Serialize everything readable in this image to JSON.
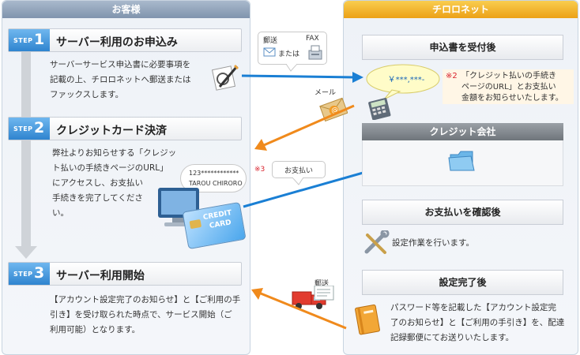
{
  "left_header": "お客様",
  "right_header": "チロロネット",
  "steps": [
    {
      "word": "STEP",
      "num": "1",
      "title": "サーバー利用のお申込み",
      "lines": [
        "サーバーサービス申込書に必要事項を",
        "記載の上、チロロネットへ郵送または",
        "ファックスします。"
      ]
    },
    {
      "word": "STEP",
      "num": "2",
      "title": "クレジットカード決済",
      "lines": [
        "弊社よりお知らせする「クレジッ",
        "ト払いの手続きページのURL」",
        "にアクセスし、お支払い",
        "手続きを完了してくださ",
        "い。"
      ]
    },
    {
      "word": "STEP",
      "num": "3",
      "title": "サーバー利用開始",
      "lines": [
        "【アカウント設定完了のお知らせ】と【ご利用の手",
        "引き】を受け取られた時点で、サービス開始（ご",
        "利用可能）となります。"
      ]
    }
  ],
  "right": {
    "receive_title": "申込書を受付後",
    "amount_bubble": "￥***,***-",
    "note2_mark": "※2",
    "note2_lines": [
      "「クレジット払いの手続き",
      "ページのURL」とお支払い",
      "金額をお知らせいたします。"
    ],
    "credit_company": "クレジット会社",
    "confirm_title": "お支払いを確認後",
    "confirm_text": "設定作業を行います。",
    "done_title": "設定完了後",
    "done_lines": [
      "パスワード等を記載した【アカウント設定完",
      "了のお知らせ】と【ご利用の手引き】を、配達",
      "記録郵便にてお送りいたします。"
    ]
  },
  "middle": {
    "post_label": "郵送",
    "fax_label": "FAX",
    "or_label": "または",
    "mail_label": "メール",
    "note3_mark": "※3",
    "payment_label": "お支払い",
    "post_label_bottom": "郵送"
  },
  "card": {
    "number": "123************",
    "holder": "TAROU CHIRORO",
    "word1": "CREDIT",
    "word2": "CARD"
  },
  "colors": {
    "blue_arrow": "#1a7fd4",
    "orange_arrow": "#f08a1c",
    "note_red": "#d9232d"
  }
}
